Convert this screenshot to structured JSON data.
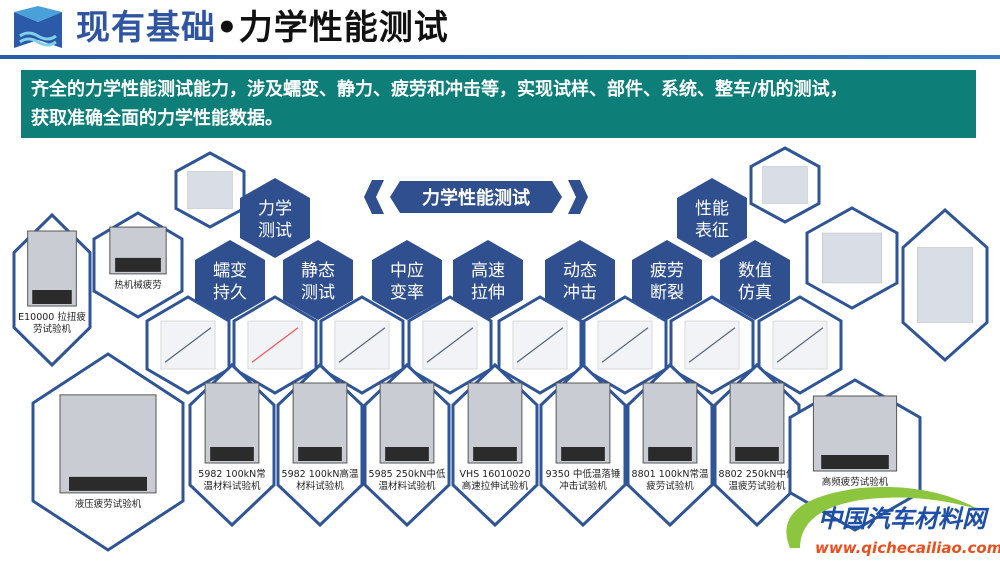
{
  "header": {
    "title_part1": "现有基础",
    "title_part2": "•力学性能测试"
  },
  "intro": {
    "line1": "齐全的力学性能测试能力，涉及蠕变、静力、疲劳和冲击等，实现试样、部件、系统、整车/机的测试，",
    "line2": "获取准确全面的力学性能数据。"
  },
  "banner": {
    "label": "力学性能测试"
  },
  "colors": {
    "hex_fill": "#2f4f8f",
    "hex_stroke": "#2f5597",
    "intro_bg": "#0e7e78"
  },
  "categories": [
    {
      "l1": "力学",
      "l2": "测试"
    },
    {
      "l1": "性能",
      "l2": "表征"
    },
    {
      "l1": "蠕变",
      "l2": "持久"
    },
    {
      "l1": "静态",
      "l2": "测试"
    },
    {
      "l1": "中应",
      "l2": "变率"
    },
    {
      "l1": "高速",
      "l2": "拉伸"
    },
    {
      "l1": "动态",
      "l2": "冲击"
    },
    {
      "l1": "疲劳",
      "l2": "断裂"
    },
    {
      "l1": "数值",
      "l2": "仿真"
    }
  ],
  "machines": [
    {
      "l1": "E10000 拉扭疲",
      "l2": "劳试验机"
    },
    {
      "l1": "热机械疲劳",
      "l2": ""
    },
    {
      "l1": "液压疲劳试验机",
      "l2": ""
    },
    {
      "l1": "5982 100kN常",
      "l2": "温材料试验机"
    },
    {
      "l1": "5982 100kN高温",
      "l2": "材料试验机"
    },
    {
      "l1": "5985 250kN中低",
      "l2": "温材料试验机"
    },
    {
      "l1": "VHS 16010020",
      "l2": "高速拉伸试验机"
    },
    {
      "l1": "9350 中低温落锤",
      "l2": "冲击试验机"
    },
    {
      "l1": "8801 100kN常温",
      "l2": "疲劳试验机"
    },
    {
      "l1": "8802 250kN中低",
      "l2": "温疲劳试验机"
    },
    {
      "l1": "高频疲劳试验机",
      "l2": ""
    }
  ],
  "watermark": {
    "name": "中国汽车材料网",
    "url": "www.qichecailiao.com"
  }
}
